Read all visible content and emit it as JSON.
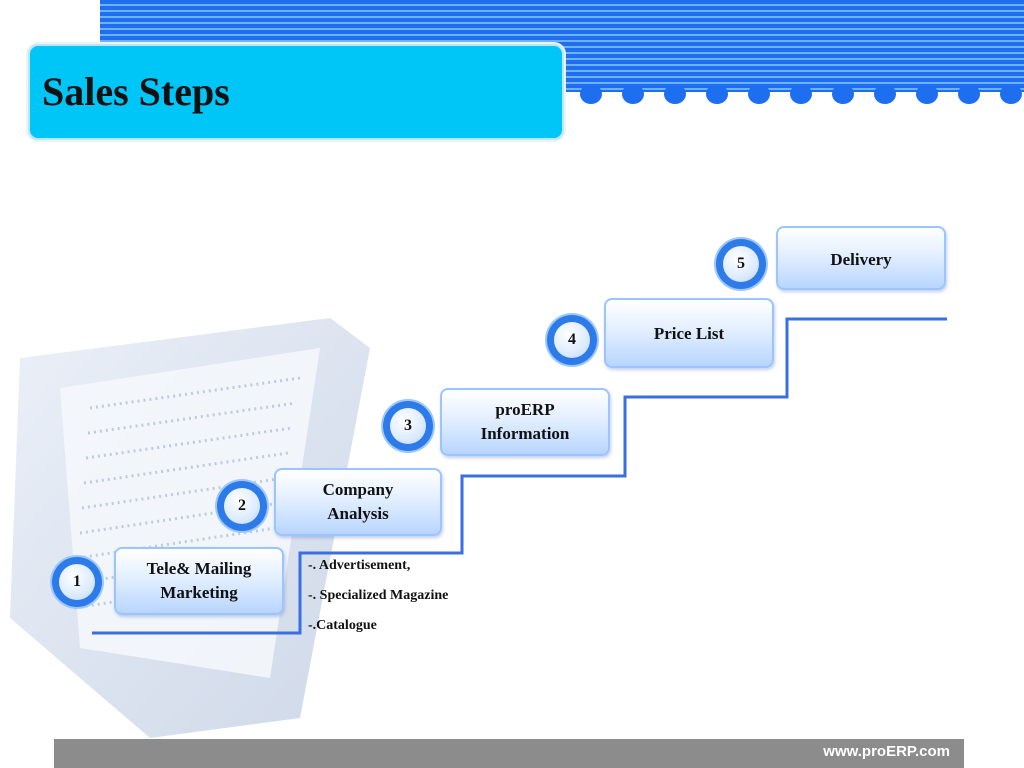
{
  "title": "Sales Steps",
  "steps": [
    {
      "number": "1",
      "label_lines": [
        "Tele& Mailing",
        "Marketing"
      ]
    },
    {
      "number": "2",
      "label_lines": [
        "Company",
        "Analysis"
      ]
    },
    {
      "number": "3",
      "label_lines": [
        "proERP",
        "Information"
      ]
    },
    {
      "number": "4",
      "label_lines": [
        "Price List"
      ]
    },
    {
      "number": "5",
      "label_lines": [
        "Delivery"
      ]
    }
  ],
  "notes": [
    "-. Advertisement,",
    "-. Specialized  Magazine",
    "-.Catalogue"
  ],
  "footer": {
    "url": "www.proERP.com"
  },
  "colors": {
    "title_bg": "#00c6f7",
    "stripe": "#1e6ff0",
    "stair_line": "#3a6fe0",
    "footer_bg": "#8c8c8c"
  }
}
